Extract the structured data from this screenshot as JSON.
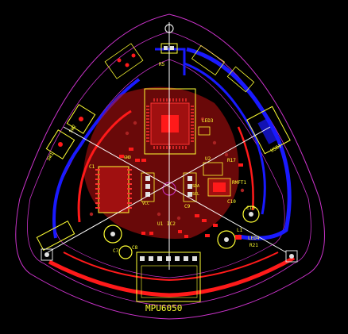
{
  "board": {
    "colors": {
      "background": "#000000",
      "outline": "#cc33cc",
      "silkscreen": "#ffff33",
      "top_copper": "#ff1a1a",
      "bottom_copper": "#1a1aff",
      "pad": "#e0e0e0",
      "via": "#aa2222",
      "cross": "#ffffff"
    },
    "module_label": "MPU6050",
    "labels": {
      "r5": "R5",
      "r21": "R21",
      "led3": "LED3",
      "led4": "LED4",
      "l1": "L1",
      "c7": "C7",
      "c8": "C8",
      "c9": "C9",
      "c10": "C10",
      "c16": "C16",
      "u1": "U1",
      "u2": "U2",
      "ic2": "IC2",
      "r17": "R17",
      "rmft1": "RMFT1",
      "sda": "SDA",
      "scl": "SCL",
      "vcc": "VCC",
      "gnd": "GND",
      "usb": "USB1",
      "cap_c1": "C1",
      "sw1": "SW1",
      "sw2": "SW2"
    }
  }
}
